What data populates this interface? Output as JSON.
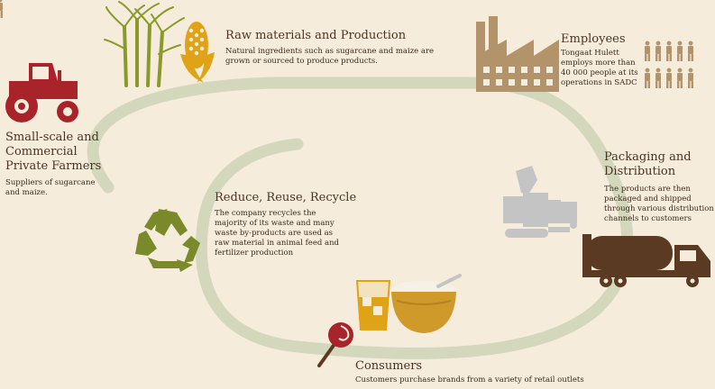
{
  "stages": {
    "farmers": {
      "title_lines": [
        "Small-scale and",
        "Commercial",
        "Private Farmers"
      ],
      "desc_lines": [
        "Suppliers of sugarcane",
        "and maize."
      ],
      "icon": "tractor-icon"
    },
    "raw": {
      "title": "Raw materials and Production",
      "desc_lines": [
        "Natural ingredients such as sugarcane and maize are",
        "grown or sourced to produce products."
      ],
      "icons": [
        "sugarcane-icon",
        "corn-icon"
      ]
    },
    "employees": {
      "title": "Employees",
      "desc_lines": [
        "Tongaat Hulett",
        "employs more than",
        "40 000 people at its",
        "operations in SADC"
      ],
      "icons": [
        "factory-icon",
        "people-icon"
      ]
    },
    "packaging": {
      "title_lines": [
        "Packaging and",
        "Distribution"
      ],
      "desc_lines": [
        "The products are then",
        "packaged and shipped",
        "through various distribution",
        "channels to customers"
      ],
      "icons": [
        "packaging-machine-icon",
        "tanker-truck-icon"
      ]
    },
    "recycle": {
      "title": "Reduce, Reuse, Recycle",
      "desc_lines": [
        "The company recycles the",
        "majority of its waste and many",
        "waste by-products are used as",
        "raw material in animal feed and",
        "fertilizer production"
      ],
      "icon": "recycle-icon"
    },
    "consumers": {
      "title": "Consumers",
      "desc": "Customers purchase brands from a variety of retail outlets",
      "icons": [
        "lollipop-icon",
        "drink-glass-icon",
        "sugar-bowl-icon"
      ]
    }
  },
  "colors": {
    "background": "#f6ecdb",
    "loop": "#d3d8bc",
    "maroon": "#a8242a",
    "gold": "#e0a318",
    "olive": "#7a8a2a",
    "tan": "#b3936a",
    "brown": "#5a3a22",
    "grey": "#c4c4c4"
  }
}
